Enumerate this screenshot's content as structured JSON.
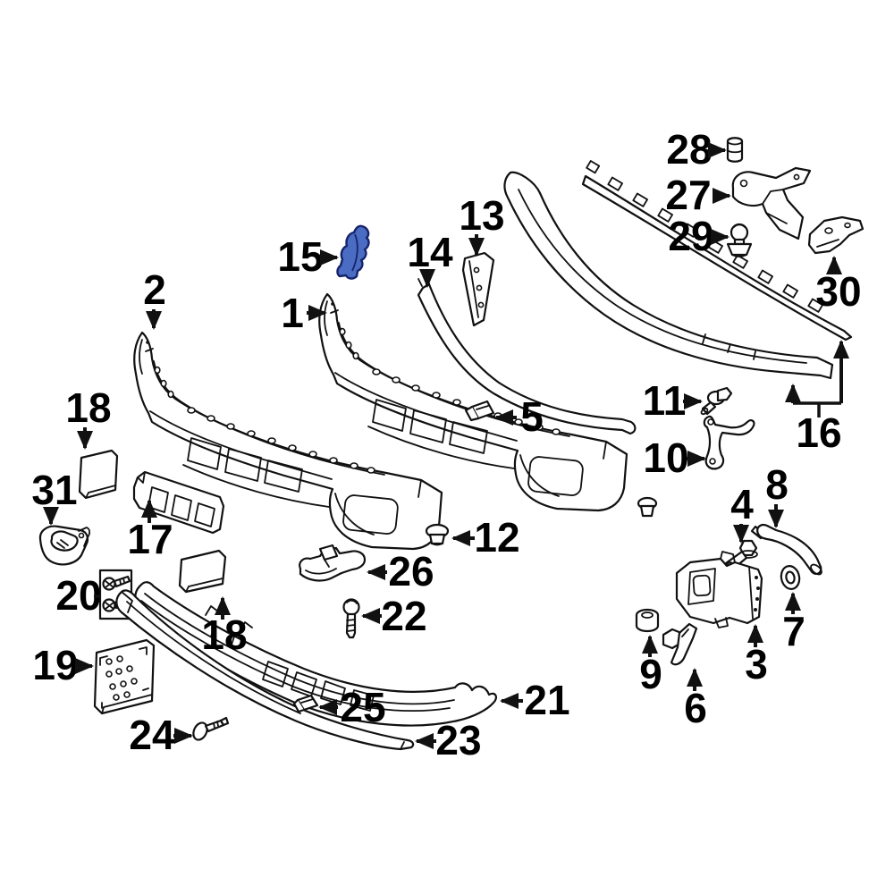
{
  "diagram": {
    "kind": "exploded-parts-diagram",
    "subject": "Front bumper components",
    "background_color": "#ffffff",
    "line_color": "#111111",
    "highlight_fill": "#4a6cc2",
    "highlight_stroke": "#16246b",
    "highlighted_callout": "15",
    "callout_count": 31
  },
  "callouts": [
    {
      "label": "1"
    },
    {
      "label": "2"
    },
    {
      "label": "3"
    },
    {
      "label": "4"
    },
    {
      "label": "5"
    },
    {
      "label": "6"
    },
    {
      "label": "7"
    },
    {
      "label": "8"
    },
    {
      "label": "9"
    },
    {
      "label": "10"
    },
    {
      "label": "11"
    },
    {
      "label": "12"
    },
    {
      "label": "13"
    },
    {
      "label": "14"
    },
    {
      "label": "15"
    },
    {
      "label": "16"
    },
    {
      "label": "17"
    },
    {
      "label": "18"
    },
    {
      "label": "19"
    },
    {
      "label": "20"
    },
    {
      "label": "21"
    },
    {
      "label": "22"
    },
    {
      "label": "23"
    },
    {
      "label": "24"
    },
    {
      "label": "25"
    },
    {
      "label": "26"
    },
    {
      "label": "27"
    },
    {
      "label": "28"
    },
    {
      "label": "29"
    },
    {
      "label": "30"
    },
    {
      "label": "31"
    },
    {
      "label": "18"
    }
  ]
}
